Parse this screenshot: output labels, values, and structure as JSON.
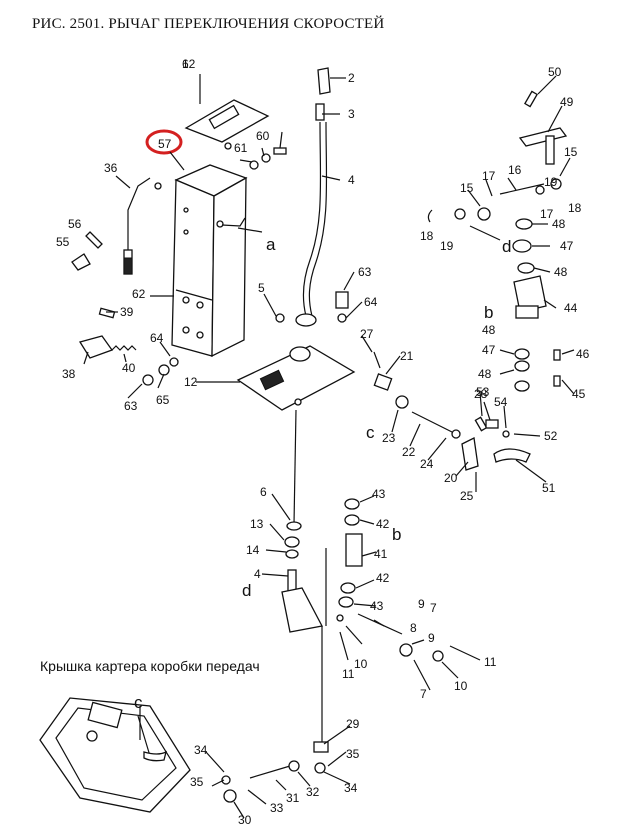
{
  "title": "РИС. 2501. РЫЧАГ ПЕРЕКЛЮЧЕНИЯ СКОРОСТЕЙ",
  "caption": "Крышка картера коробки передач",
  "highlight_color": "#d42020",
  "highlighted_part": "57",
  "callouts": [
    "a",
    "b",
    "b",
    "c",
    "c",
    "d",
    "d"
  ],
  "parts": [
    "1",
    "2",
    "3",
    "4",
    "4",
    "5",
    "6",
    "7",
    "7",
    "8",
    "9",
    "9",
    "10",
    "10",
    "11",
    "11",
    "12",
    "13",
    "14",
    "15",
    "15",
    "16",
    "17",
    "17",
    "18",
    "18",
    "19",
    "19",
    "20",
    "21",
    "22",
    "23",
    "24",
    "25",
    "27",
    "28",
    "29",
    "30",
    "31",
    "32",
    "33",
    "34",
    "34",
    "35",
    "35",
    "36",
    "38",
    "39",
    "40",
    "41",
    "42",
    "42",
    "43",
    "43",
    "44",
    "45",
    "46",
    "47",
    "47",
    "48",
    "48",
    "48",
    "48",
    "49",
    "50",
    "51",
    "52",
    "53",
    "54",
    "55",
    "56",
    "57",
    "60",
    "61",
    "62",
    "62",
    "63",
    "63",
    "64",
    "64",
    "65"
  ]
}
